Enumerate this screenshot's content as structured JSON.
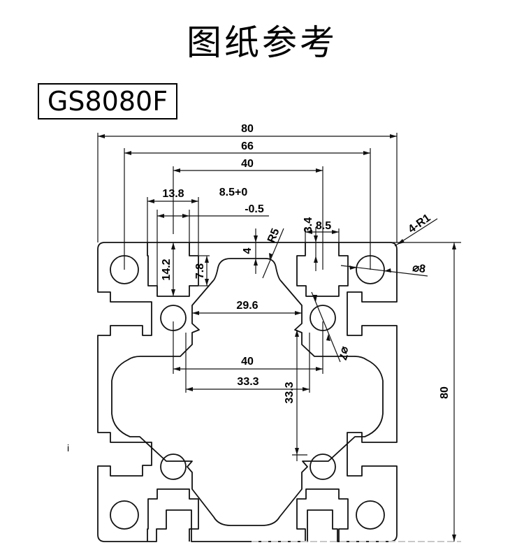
{
  "title": "图纸参考",
  "model": "GS8080F",
  "drawing": {
    "subject": "aluminum extrusion profile cross-section",
    "dimensions": {
      "overall_width": "80",
      "hole_span": "66",
      "slot_span": "40",
      "slot_outer_width": "13.8",
      "slot_tolerance_top": "8.5+0",
      "slot_tolerance_bottom": "-0.5",
      "slot_depth_small": "3.4",
      "slot_opening": "8.5",
      "corner_radius": "4-R1",
      "lip_thickness": "4",
      "core_radius": "R5",
      "slot_depth": "14.2",
      "slot_inner_depth": "7.8",
      "corner_hole_dia": "⌀8",
      "center_span": "29.6",
      "inner_hole_dia": "⌀7",
      "inner_hole_span": "40",
      "core_width": "33.3",
      "core_height": "33.3",
      "overall_height": "80"
    },
    "stray_mark": "i"
  }
}
